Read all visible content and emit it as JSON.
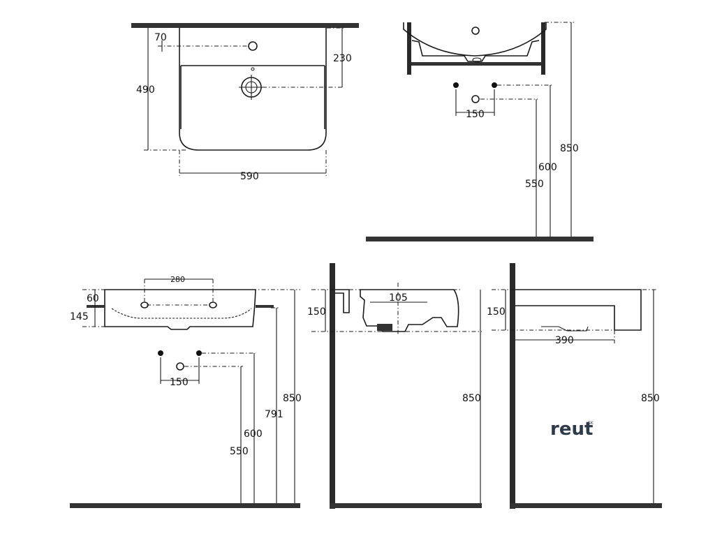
{
  "views": {
    "top": {
      "d70": "70",
      "d230": "230",
      "d490": "490",
      "d590": "590"
    },
    "side_a": {
      "d150": "150",
      "d600": "600",
      "d550": "550",
      "d850": "850"
    },
    "front": {
      "d280": "280",
      "d60": "60",
      "d145": "145",
      "d150": "150",
      "d600": "600",
      "d550": "550",
      "d791": "791",
      "d850": "850"
    },
    "section": {
      "d150": "150",
      "d105": "105",
      "d850": "850"
    },
    "side_b": {
      "d150": "150",
      "d390": "390",
      "d850": "850"
    }
  },
  "brand": {
    "name": "reut",
    "suffix": "SK"
  },
  "colors": {
    "line": "#1a1a1a",
    "floor": "#333333",
    "brand": "#2f3a4a"
  }
}
